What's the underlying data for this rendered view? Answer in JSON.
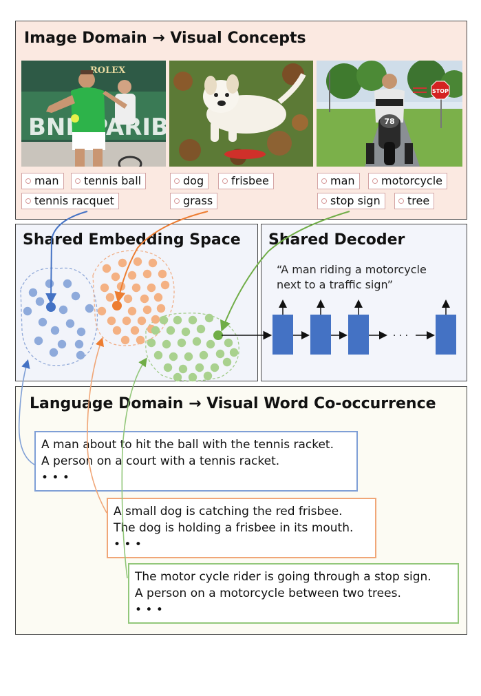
{
  "image_domain": {
    "title": "Image Domain → Visual Concepts",
    "photos": [
      {
        "tags": [
          "man",
          "tennis ball",
          "tennis racquet"
        ],
        "sign_text": "ROLEX",
        "banner_text": "BNP PARIBAS"
      },
      {
        "tags": [
          "dog",
          "frisbee",
          "grass"
        ]
      },
      {
        "tags": [
          "man",
          "motorcycle",
          "stop sign",
          "tree"
        ],
        "sign_text": "STOP",
        "plate_text": "78"
      }
    ]
  },
  "embedding": {
    "title": "Shared Embedding Space"
  },
  "decoder": {
    "title": "Shared Decoder",
    "quote_line1": "“A man riding a motorcycle",
    "quote_line2": "next to a traffic sign”",
    "ellipsis": "· · ·"
  },
  "language_domain": {
    "title": "Language Domain → Visual Word Co-occurrence",
    "groups": [
      {
        "line1": "A man about to hit the ball with the tennis racket.",
        "line2": "A person on a court with a tennis racket.",
        "ellipsis": "• • •"
      },
      {
        "line1": "A small dog is catching the red frisbee.",
        "line2": "The dog is holding a frisbee in its mouth.",
        "ellipsis": "• • •"
      },
      {
        "line1": "The motor cycle rider is going through a stop sign.",
        "line2": "A person on a motorcycle between two trees.",
        "ellipsis": "• • •"
      }
    ]
  },
  "colors": {
    "blue": "#4472c4",
    "orange": "#ed7d31",
    "green": "#70ad47",
    "decoder_block": "#4472c4"
  }
}
